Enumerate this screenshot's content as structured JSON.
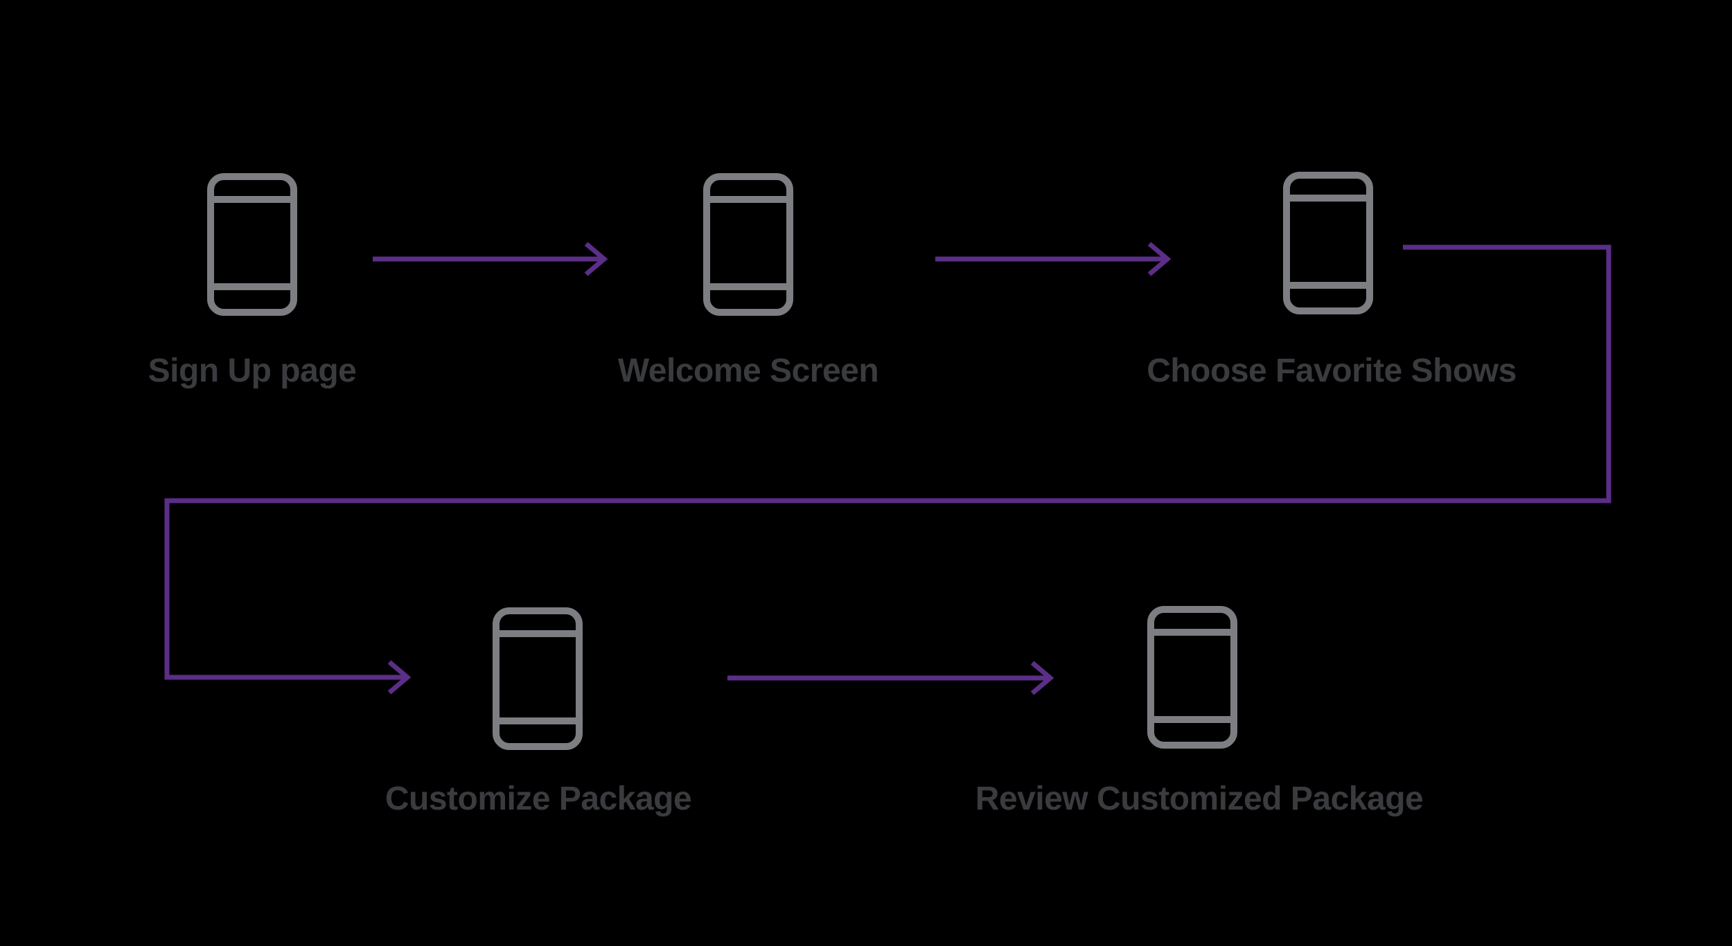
{
  "diagram": {
    "type": "user-flow",
    "nodes": [
      {
        "id": "signup",
        "icon": "smartphone-icon",
        "label": "Sign Up page"
      },
      {
        "id": "welcome",
        "icon": "smartphone-icon",
        "label": "Welcome Screen"
      },
      {
        "id": "shows",
        "icon": "smartphone-icon",
        "label": "Choose Favorite Shows"
      },
      {
        "id": "customize",
        "icon": "smartphone-icon",
        "label": "Customize Package"
      },
      {
        "id": "review",
        "icon": "smartphone-icon",
        "label": "Review Customized Package"
      }
    ],
    "edges": [
      {
        "from": "Sign Up page",
        "to": "Welcome Screen"
      },
      {
        "from": "Welcome Screen",
        "to": "Choose Favorite Shows"
      },
      {
        "from": "Choose Favorite Shows",
        "to": "Customize Package"
      },
      {
        "from": "Customize Package",
        "to": "Review Customized Package"
      }
    ],
    "colors": {
      "background": "#000000",
      "arrow": "#5b2e87",
      "phone_icon": "#7d7e82",
      "label_text": "#3a3b3e"
    }
  }
}
